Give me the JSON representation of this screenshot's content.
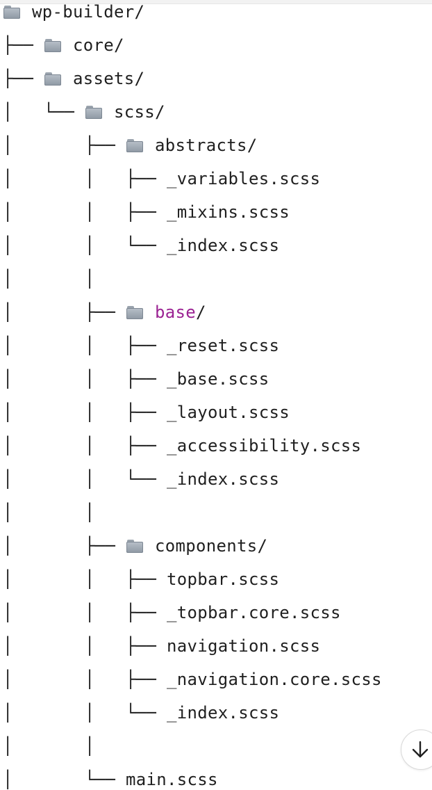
{
  "tree": {
    "lines": [
      {
        "prefix": "",
        "folder": true,
        "name": "wp-builder",
        "suffix": "/"
      },
      {
        "prefix": "├── ",
        "folder": true,
        "name": "core",
        "suffix": "/"
      },
      {
        "prefix": "├── ",
        "folder": true,
        "name": "assets",
        "suffix": "/"
      },
      {
        "prefix": "│   └── ",
        "folder": true,
        "name": "scss",
        "suffix": "/"
      },
      {
        "prefix": "│       ├── ",
        "folder": true,
        "name": "abstracts",
        "suffix": "/"
      },
      {
        "prefix": "│       │   ├── ",
        "folder": false,
        "name": "_variables.scss",
        "suffix": ""
      },
      {
        "prefix": "│       │   ├── ",
        "folder": false,
        "name": "_mixins.scss",
        "suffix": ""
      },
      {
        "prefix": "│       │   └── ",
        "folder": false,
        "name": "_index.scss",
        "suffix": ""
      },
      {
        "prefix": "│       │",
        "folder": false,
        "name": "",
        "suffix": ""
      },
      {
        "prefix": "│       ├── ",
        "folder": true,
        "name": "base",
        "suffix": "/",
        "highlight": true
      },
      {
        "prefix": "│       │   ├── ",
        "folder": false,
        "name": "_reset.scss",
        "suffix": ""
      },
      {
        "prefix": "│       │   ├── ",
        "folder": false,
        "name": "_base.scss",
        "suffix": ""
      },
      {
        "prefix": "│       │   ├── ",
        "folder": false,
        "name": "_layout.scss",
        "suffix": ""
      },
      {
        "prefix": "│       │   ├── ",
        "folder": false,
        "name": "_accessibility.scss",
        "suffix": ""
      },
      {
        "prefix": "│       │   └── ",
        "folder": false,
        "name": "_index.scss",
        "suffix": ""
      },
      {
        "prefix": "│       │",
        "folder": false,
        "name": "",
        "suffix": ""
      },
      {
        "prefix": "│       ├── ",
        "folder": true,
        "name": "components",
        "suffix": "/"
      },
      {
        "prefix": "│       │   ├── ",
        "folder": false,
        "name": "topbar.scss",
        "suffix": ""
      },
      {
        "prefix": "│       │   ├── ",
        "folder": false,
        "name": "_topbar.core.scss",
        "suffix": ""
      },
      {
        "prefix": "│       │   ├── ",
        "folder": false,
        "name": "navigation.scss",
        "suffix": ""
      },
      {
        "prefix": "│       │   ├── ",
        "folder": false,
        "name": "_navigation.core.scss",
        "suffix": ""
      },
      {
        "prefix": "│       │   └── ",
        "folder": false,
        "name": "_index.scss",
        "suffix": ""
      },
      {
        "prefix": "│       │",
        "folder": false,
        "name": "",
        "suffix": ""
      },
      {
        "prefix": "│       └── ",
        "folder": false,
        "name": "main.scss",
        "suffix": ""
      }
    ]
  },
  "icons": {
    "folder": "folder-icon",
    "scroll_down": "arrow-down-icon"
  },
  "colors": {
    "highlight_text": "#9b2393",
    "text": "#1f1f1f"
  }
}
